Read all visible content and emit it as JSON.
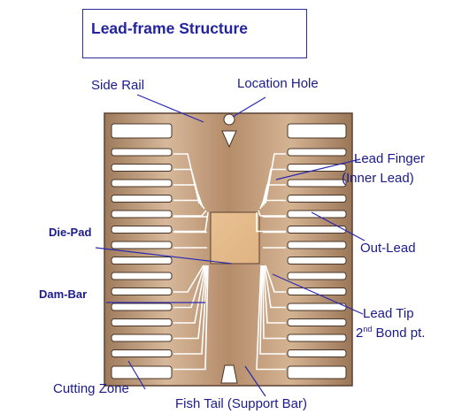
{
  "title": "Lead-frame Structure",
  "labels": {
    "side_rail": "Side Rail",
    "location_hole": "Location Hole",
    "lead_finger": "Lead Finger",
    "inner_lead": "(Inner Lead)",
    "die_pad": "Die-Pad",
    "out_lead": "Out-Lead",
    "dam_bar": "Dam-Bar",
    "lead_tip": "Lead Tip",
    "bond_pt_num": "2",
    "bond_pt_sup": "nd",
    "bond_pt_rest": " Bond pt.",
    "cutting_zone": "Cutting Zone",
    "fish_tail": "Fish Tail (Support Bar)"
  },
  "colors": {
    "frame": "#c19a7a",
    "frame_edge": "#5b4030",
    "die_pad": "#e6bc8d",
    "label_text": "#1b1b8c",
    "leader_line": "#2a2ab0"
  }
}
